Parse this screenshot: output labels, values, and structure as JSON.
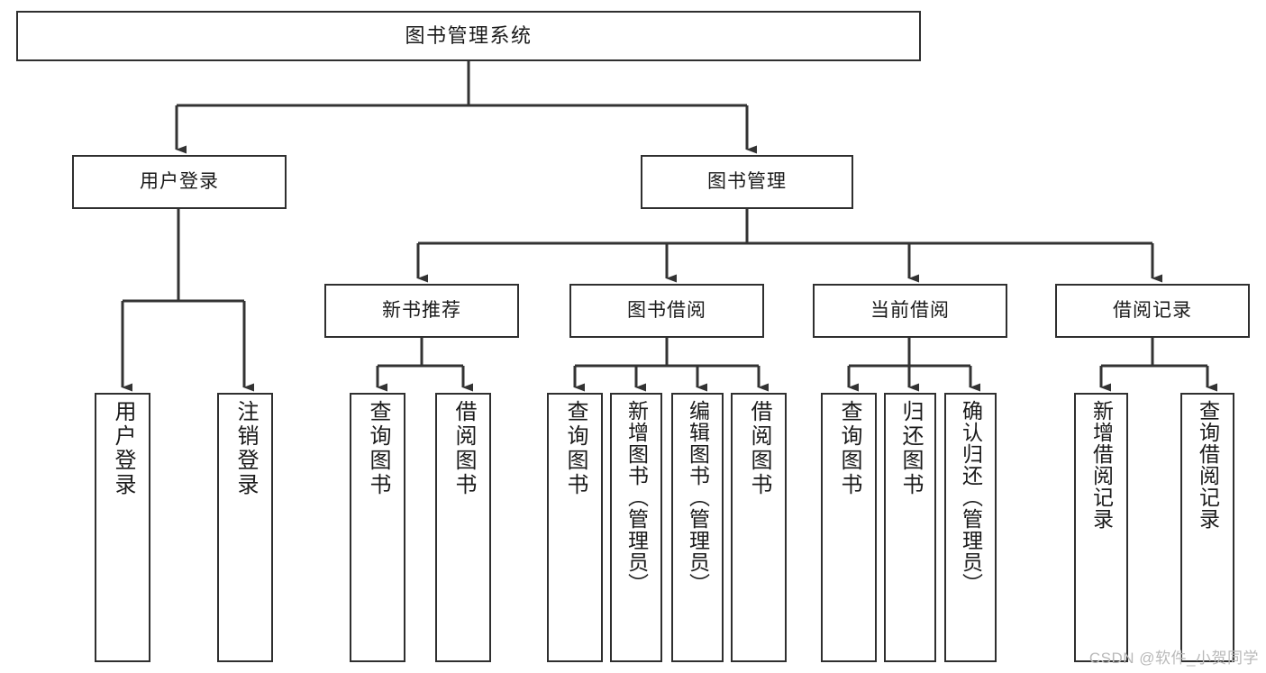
{
  "diagram": {
    "type": "tree",
    "title": "图书管理系统",
    "root": {
      "label": "图书管理系统"
    },
    "level1": [
      {
        "label": "用户登录"
      },
      {
        "label": "图书管理"
      }
    ],
    "level2": [
      {
        "label": "新书推荐"
      },
      {
        "label": "图书借阅"
      },
      {
        "label": "当前借阅"
      },
      {
        "label": "借阅记录"
      }
    ],
    "leaves": {
      "user_login": [
        {
          "label": "用户登录"
        },
        {
          "label": "注销登录"
        }
      ],
      "new_book_recommend": [
        {
          "label": "查询图书"
        },
        {
          "label": "借阅图书"
        }
      ],
      "book_borrow": [
        {
          "label": "查询图书"
        },
        {
          "label": "新增图书（管理员）"
        },
        {
          "label": "编辑图书（管理员）"
        },
        {
          "label": "借阅图书"
        }
      ],
      "current_borrow": [
        {
          "label": "查询图书"
        },
        {
          "label": "归还图书"
        },
        {
          "label": "确认归还（管理员）"
        }
      ],
      "borrow_record": [
        {
          "label": "新增借阅记录"
        },
        {
          "label": "查询借阅记录"
        }
      ]
    }
  },
  "watermark": {
    "text": "CSDN @软件_小贺同学"
  },
  "colors": {
    "background": "#ffffff",
    "border": "#2f2f2f",
    "line": "#333333",
    "text": "#1a1a1a",
    "watermark": "#b9b9b9"
  }
}
